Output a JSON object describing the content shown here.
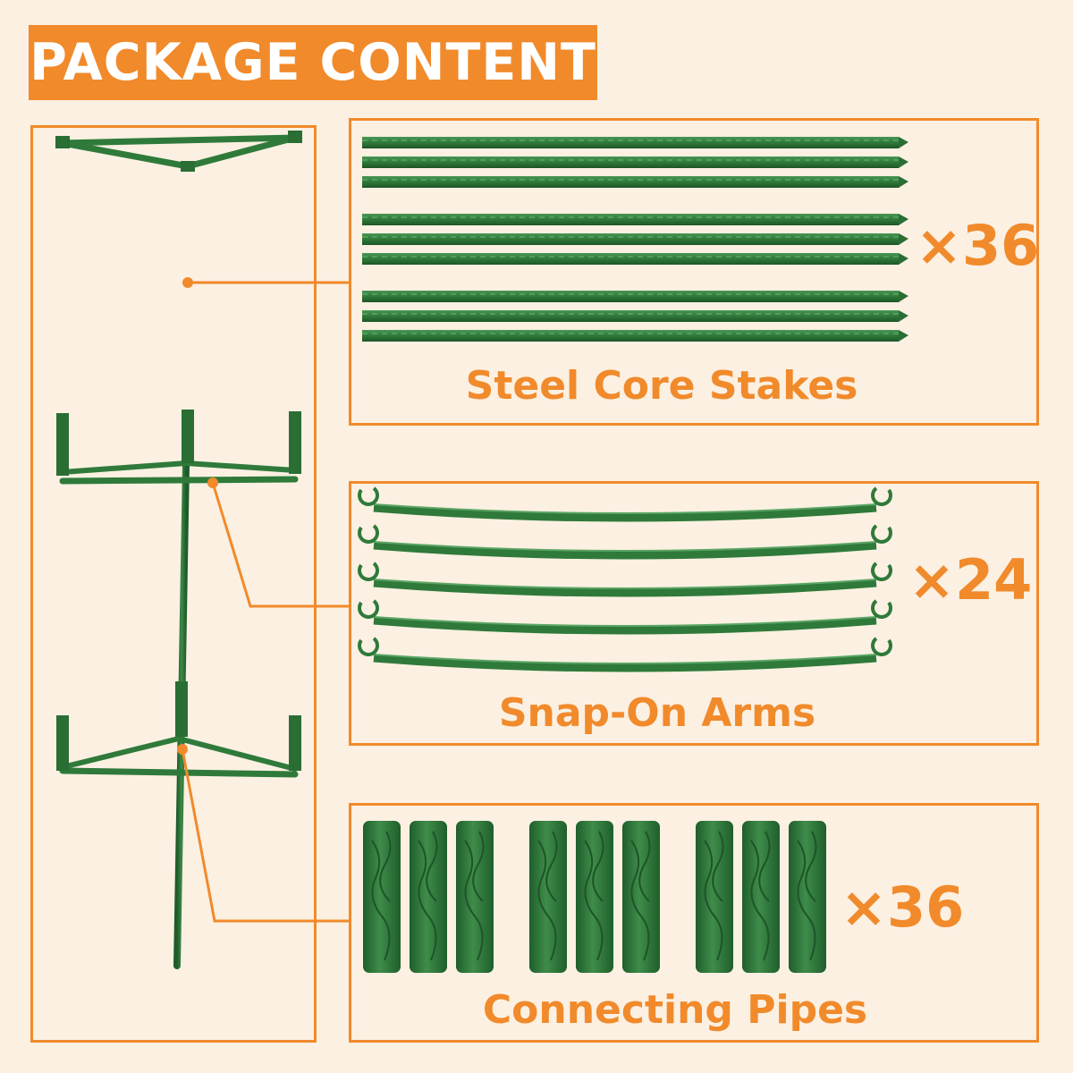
{
  "title": "PACKAGE CONTENT",
  "colors": {
    "accent": "#f18a2b",
    "background": "#fbf0e2",
    "product_green": "#2f7a3a"
  },
  "items": [
    {
      "name": "Steel Core Stakes",
      "count": "×36",
      "icon": "stake-icon"
    },
    {
      "name": "Snap-On Arms",
      "count": "×24",
      "icon": "snap-arm-icon"
    },
    {
      "name": "Connecting Pipes",
      "count": "×36",
      "icon": "connecting-pipe-icon"
    }
  ]
}
